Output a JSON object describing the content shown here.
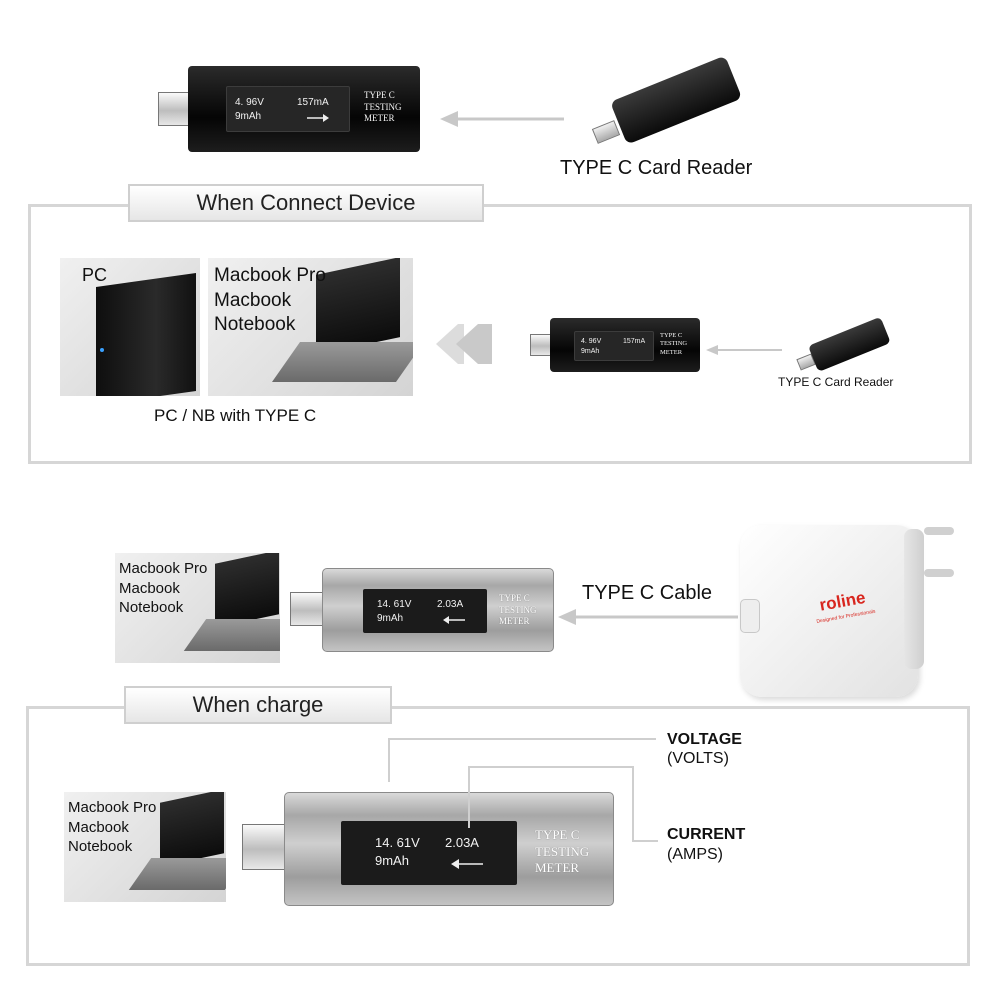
{
  "top": {
    "meter": {
      "voltage": "4. 96V",
      "current": "157mA",
      "capacity": "9mAh",
      "label": [
        "TYPE  C",
        "TESTING",
        "METER"
      ]
    },
    "card_reader_label": "TYPE C Card Reader"
  },
  "connect_section": {
    "title": "When Connect Device",
    "pc_label": "PC",
    "laptop_labels": [
      "Macbook Pro",
      "Macbook",
      "Notebook"
    ],
    "caption": "PC / NB with TYPE C",
    "meter": {
      "voltage": "4. 96V",
      "current": "157mA",
      "capacity": "9mAh",
      "label": [
        "TYPE  C",
        "TESTING",
        "METER"
      ]
    },
    "card_reader_label": "TYPE C Card Reader"
  },
  "charge_top": {
    "laptop_labels": [
      "Macbook Pro",
      "Macbook",
      "Notebook"
    ],
    "meter": {
      "voltage": "14. 61V",
      "current": "2.03A",
      "capacity": "9mAh",
      "label": [
        "TYPE  C",
        "TESTING",
        "METER"
      ]
    },
    "cable_label": "TYPE C Cable",
    "charger_brand": "roline",
    "charger_tagline": "Designed for Professionals"
  },
  "charge_section": {
    "title": "When charge",
    "laptop_labels": [
      "Macbook Pro",
      "Macbook",
      "Notebook"
    ],
    "meter": {
      "voltage": "14. 61V",
      "current": "2.03A",
      "capacity": "9mAh",
      "label": [
        "TYPE  C",
        "TESTING",
        "METER"
      ]
    },
    "voltage_callout": {
      "title": "VOLTAGE",
      "unit": "(VOLTS)"
    },
    "current_callout": {
      "title": "CURRENT",
      "unit": "(AMPS)"
    }
  },
  "colors": {
    "frame": "#d6d6d6",
    "arrow": "#c8c8c8",
    "brand": "#d8261e"
  }
}
